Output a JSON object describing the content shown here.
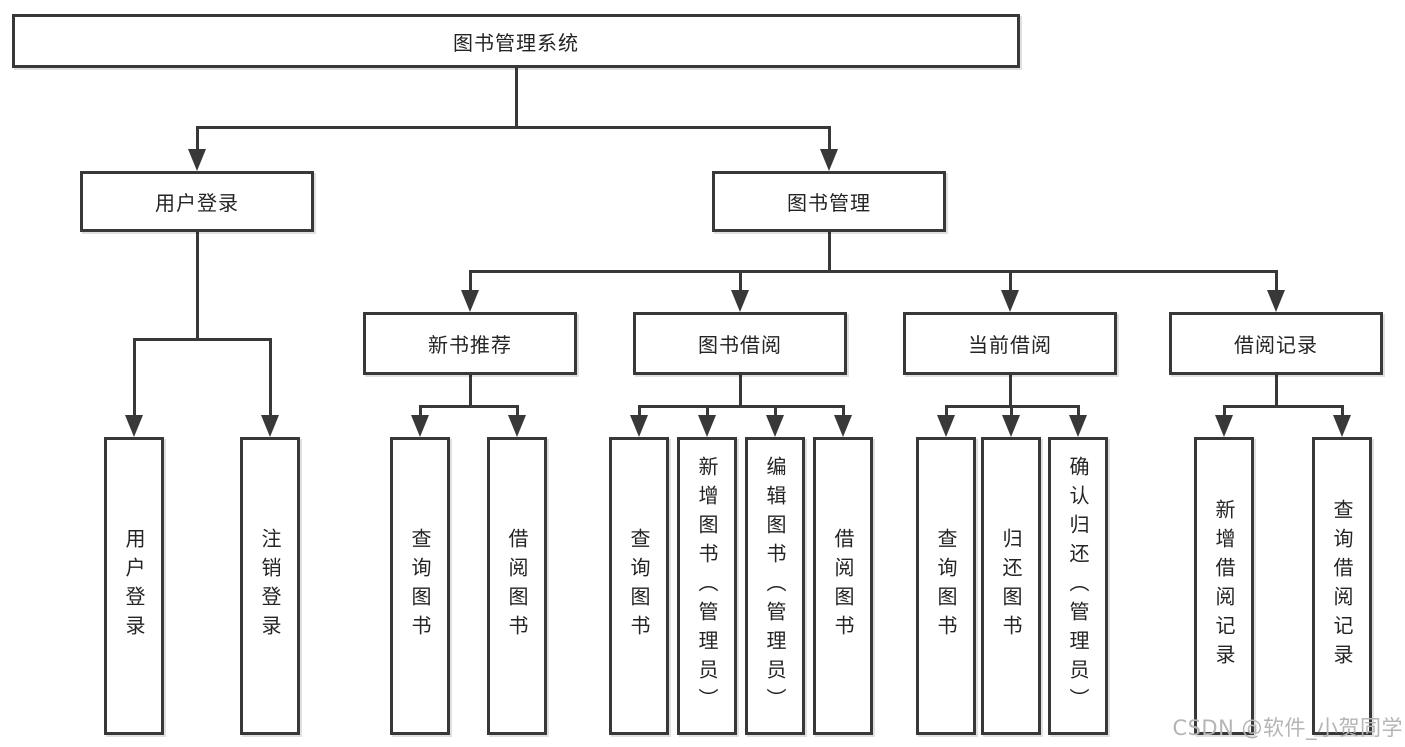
{
  "nodes": {
    "root": "图书管理系统",
    "user_login": "用户登录",
    "book_mgmt": "图书管理",
    "new_book_rec": "新书推荐",
    "book_borrow": "图书借阅",
    "current_borrow": "当前借阅",
    "borrow_record": "借阅记录",
    "leaf_user_login": "用户登录",
    "leaf_logout": "注销登录",
    "leaf_query_book_a": "查询图书",
    "leaf_borrow_book_a": "借阅图书",
    "leaf_query_book_b": "查询图书",
    "leaf_add_book": "新增图书（管理员）",
    "leaf_edit_book": "编辑图书（管理员）",
    "leaf_borrow_book_b": "借阅图书",
    "leaf_query_book_c": "查询图书",
    "leaf_return_book": "归还图书",
    "leaf_confirm_return": "确认归还（管理员）",
    "leaf_add_record": "新增借阅记录",
    "leaf_query_record": "查询借阅记录"
  },
  "watermark": "CSDN @软件_小贺同学",
  "colors": {
    "line": "#383838",
    "box_border": "#383838",
    "text": "#242424",
    "background": "#ffffff",
    "watermark": "#b5b5b5"
  }
}
